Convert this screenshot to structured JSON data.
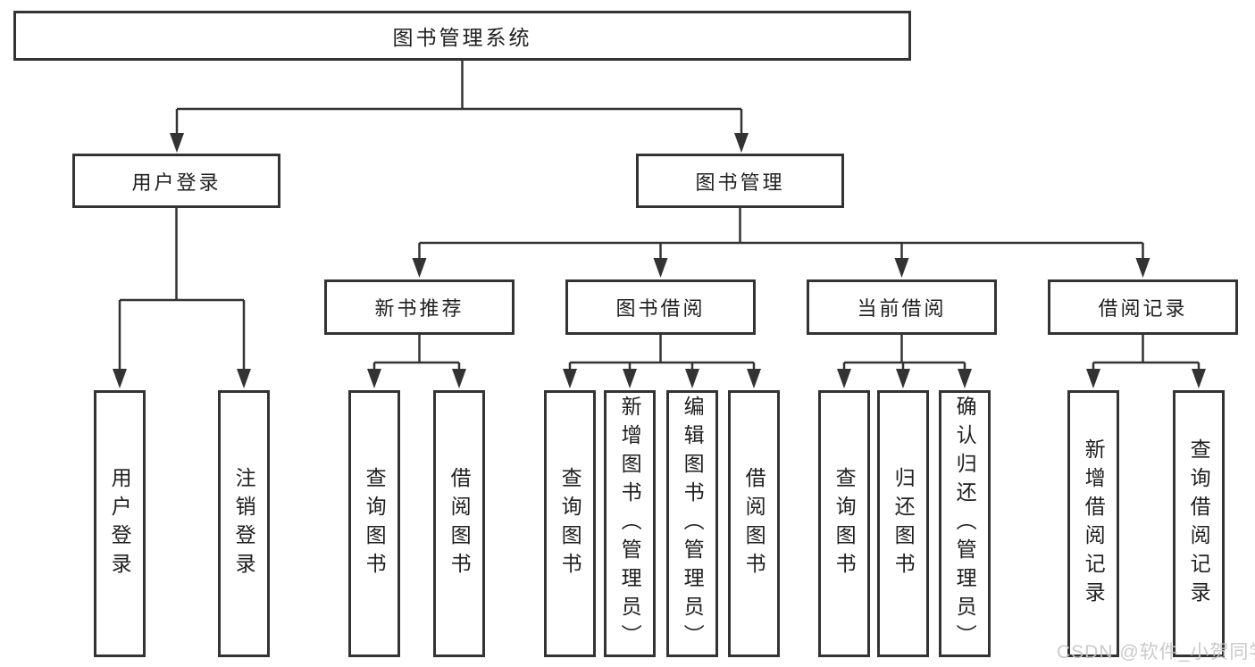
{
  "diagram": {
    "root": {
      "label": "图书管理系统"
    },
    "branches": [
      {
        "label": "用户登录",
        "children": [
          {
            "label": "用户登录"
          },
          {
            "label": "注销登录"
          }
        ]
      },
      {
        "label": "图书管理",
        "children": [
          {
            "label": "新书推荐",
            "children": [
              {
                "label": "查询图书"
              },
              {
                "label": "借阅图书"
              }
            ]
          },
          {
            "label": "图书借阅",
            "children": [
              {
                "label": "查询图书"
              },
              {
                "label": "新增图书（管理员）"
              },
              {
                "label": "编辑图书（管理员）"
              },
              {
                "label": "借阅图书"
              }
            ]
          },
          {
            "label": "当前借阅",
            "children": [
              {
                "label": "查询图书"
              },
              {
                "label": "归还图书"
              },
              {
                "label": "确认归还（管理员）"
              }
            ]
          },
          {
            "label": "借阅记录",
            "children": [
              {
                "label": "新增借阅记录"
              },
              {
                "label": "查询借阅记录"
              }
            ]
          }
        ]
      }
    ]
  },
  "watermark": {
    "text": "CSDN @软件_小贺同学"
  },
  "colors": {
    "line": "#333333",
    "text": "#1f1f1f",
    "watermark": "#c6c6c6",
    "background": "#ffffff"
  }
}
